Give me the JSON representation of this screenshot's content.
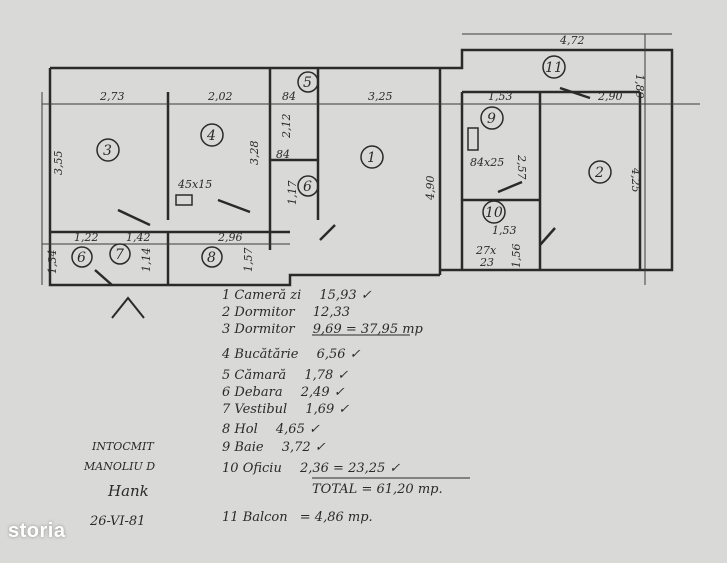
{
  "dimensions": {
    "d273": "2,73",
    "d202": "2,02",
    "d325": "3,25",
    "d472": "4,72",
    "d153a": "1,53",
    "d290": "2,90",
    "d189": "1,89",
    "d84a": "84",
    "d212": "2,12",
    "d278": "3,28",
    "d355": "3,55",
    "d84b": "84",
    "d117": "1,17",
    "d490": "4,90",
    "d257": "2,57",
    "d825": "4,25",
    "d153b": "1,53",
    "d122": "1,22",
    "d142": "1,42",
    "d296": "2,96",
    "d134": "1,34",
    "d114": "1,14",
    "d157": "1,57",
    "d156": "1,56",
    "d45x15": "45x15",
    "d84x25": "84x25",
    "d27x": "27x",
    "d23": "23"
  },
  "rooms": {
    "r1": "1",
    "r2": "2",
    "r3": "3",
    "r4": "4",
    "r5": "5",
    "r6a": "6",
    "r6b": "6",
    "r7": "7",
    "r8": "8",
    "r9": "9",
    "r10": "10",
    "r11": "11"
  },
  "legend": [
    {
      "num": "1",
      "name": "Cameră zi",
      "area": "15,93 ✓"
    },
    {
      "num": "2",
      "name": "Dormitor",
      "area": "12,33"
    },
    {
      "num": "3",
      "name": "Dormitor",
      "area": "9,69 = 37,95 mp"
    },
    {
      "num": "4",
      "name": "Bucătărie",
      "area": "6,56 ✓"
    },
    {
      "num": "5",
      "name": "Cămară",
      "area": "1,78 ✓"
    },
    {
      "num": "6",
      "name": "Debara",
      "area": "2,49 ✓"
    },
    {
      "num": "7",
      "name": "Vestibul",
      "area": "1,69 ✓"
    },
    {
      "num": "8",
      "name": "Hol",
      "area": "4,65 ✓"
    },
    {
      "num": "9",
      "name": "Baie",
      "area": "3,72 ✓"
    },
    {
      "num": "10",
      "name": "Oficiu",
      "area": "2,36 = 23,25 ✓"
    },
    {
      "num": "11",
      "name": "Balcon",
      "area": "= 4,86 mp."
    }
  ],
  "total": "TOTAL = 61,20 mp.",
  "signature": {
    "line1": "INTOCMIT",
    "line2": "MANOLIU D",
    "sig": "Hank",
    "date": "26-VI-81"
  },
  "brand": "storia",
  "colors": {
    "paper": "#d9d9d7",
    "ink": "#2a2a2a"
  }
}
